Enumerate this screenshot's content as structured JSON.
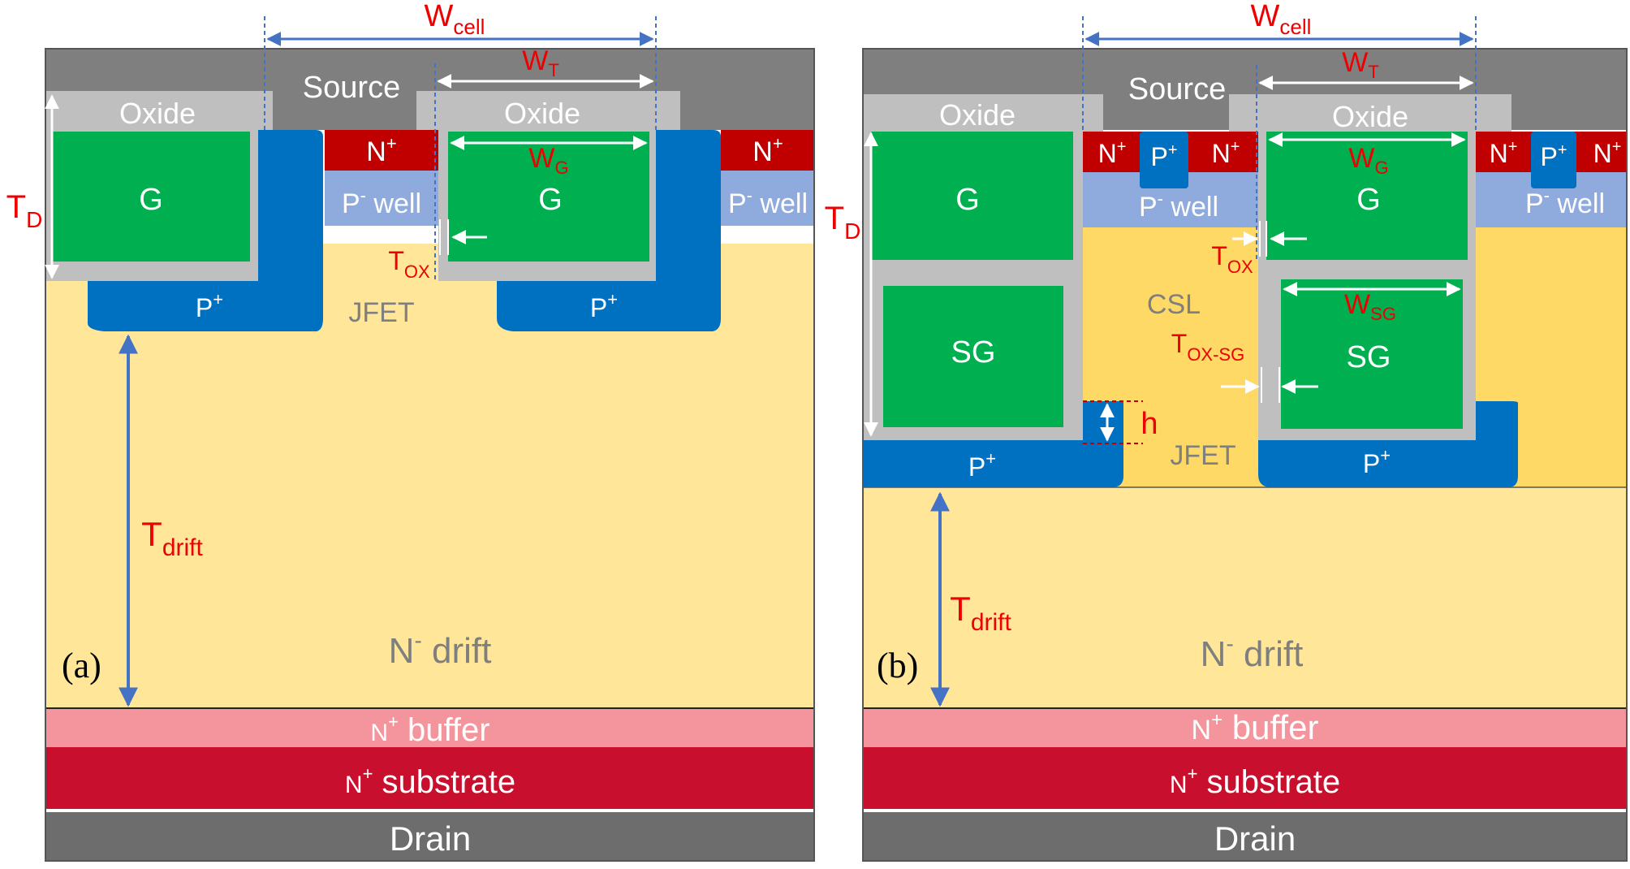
{
  "colors": {
    "metal": "#7f7f7f",
    "oxide": "#bfbfbf",
    "gate": "#00b050",
    "p_plus": "#0070c0",
    "n_plus": "#c00000",
    "p_well": "#8faadc",
    "drift": "#ffe699",
    "csl": "#ffd966",
    "buffer": "#f4949c",
    "substrate": "#c8102e",
    "drain": "#6d6d6d",
    "dim_arrow": "#4472c4",
    "label_red": "#ee0000"
  },
  "panel_a": {
    "tag": "(a)",
    "source": "Source",
    "oxide": "Oxide",
    "gate": "G",
    "n_plus": {
      "base": "N",
      "sup": "+"
    },
    "p_well": {
      "base": "P",
      "sup": "-",
      "rest": " well"
    },
    "p_plus": {
      "base": "P",
      "sup": "+"
    },
    "jfet": "JFET",
    "drift": {
      "base": "N",
      "sup": "-",
      "rest": " drift"
    },
    "buffer": {
      "base": "N",
      "sup": "+",
      "rest": " buffer"
    },
    "substrate": {
      "base": "N",
      "sup": "+",
      "rest": " substrate"
    },
    "drain": "Drain",
    "w_cell": {
      "base": "W",
      "sub": "cell"
    },
    "w_t": {
      "base": "W",
      "sub": "T"
    },
    "w_g": {
      "base": "W",
      "sub": "G"
    },
    "t_d": {
      "base": "T",
      "sub": "D"
    },
    "t_ox": {
      "base": "T",
      "sub": "OX"
    },
    "t_drift": {
      "base": "T",
      "sub": "drift"
    }
  },
  "panel_b": {
    "tag": "(b)",
    "source": "Source",
    "oxide": "Oxide",
    "gate": "G",
    "shield_gate": "SG",
    "n_plus": {
      "base": "N",
      "sup": "+"
    },
    "p_plus": {
      "base": "P",
      "sup": "+"
    },
    "p_well": {
      "base": "P",
      "sup": "-",
      "rest": " well"
    },
    "csl": "CSL",
    "jfet": "JFET",
    "h": "h",
    "drift": {
      "base": "N",
      "sup": "-",
      "rest": " drift"
    },
    "buffer": {
      "base": "N",
      "sup": "+",
      "rest": " buffer"
    },
    "substrate": {
      "base": "N",
      "sup": "+",
      "rest": " substrate"
    },
    "drain": "Drain",
    "w_cell": {
      "base": "W",
      "sub": "cell"
    },
    "w_t": {
      "base": "W",
      "sub": "T"
    },
    "w_g": {
      "base": "W",
      "sub": "G"
    },
    "w_sg": {
      "base": "W",
      "sub": "SG"
    },
    "t_d": {
      "base": "T",
      "sub": "D"
    },
    "t_ox": {
      "base": "T",
      "sub": "OX"
    },
    "t_ox_sg": {
      "base": "T",
      "sub": "OX-SG"
    },
    "t_drift": {
      "base": "T",
      "sub": "drift"
    }
  }
}
